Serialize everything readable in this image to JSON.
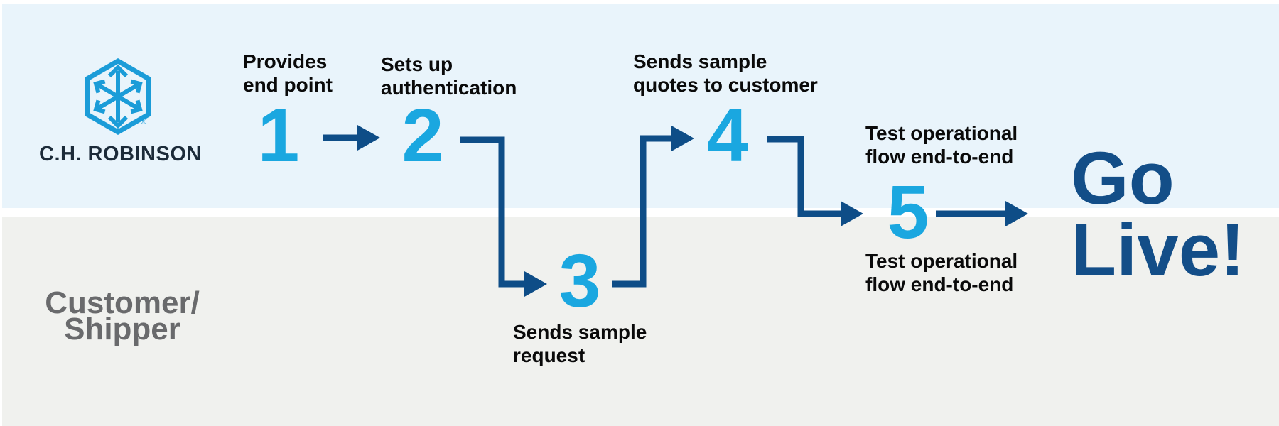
{
  "diagram": {
    "type": "process-flow-swimlane",
    "outcome": {
      "line1": "Go",
      "line2": "Live!"
    }
  },
  "logo": {
    "wordmark": "C.H. ROBINSON",
    "registered_mark": "®",
    "icon": "hexagon-with-outward-arrows"
  },
  "lanes": {
    "top_actor": "C.H. Robinson",
    "bottom_actor": {
      "line1": "Customer/",
      "line2": "Shipper"
    }
  },
  "steps": [
    {
      "number": "1",
      "lane": "top",
      "label": {
        "line1": "Provides",
        "line2": "end point"
      }
    },
    {
      "number": "2",
      "lane": "top",
      "label": {
        "line1": "Sets up",
        "line2": "authentication"
      }
    },
    {
      "number": "3",
      "lane": "bottom",
      "label": {
        "line1": "Sends sample",
        "line2": "request"
      }
    },
    {
      "number": "4",
      "lane": "top",
      "label": {
        "line1": "Sends sample",
        "line2": "quotes to customer"
      }
    },
    {
      "number": "5",
      "lane": "middle",
      "label_top": {
        "line1": "Test operational",
        "line2": "flow end-to-end"
      },
      "label_bottom": {
        "line1": "Test operational",
        "line2": "flow end-to-end"
      }
    }
  ],
  "colors": {
    "lane_top_bg": "#E9F4FB",
    "lane_bottom_bg": "#F0F1EE",
    "divider": "#FFFFFF",
    "step_number_blue": "#1AA7E0",
    "arrow_navy": "#0E4D87",
    "go_live_navy": "#134E88",
    "label_black": "#0A0A0A",
    "logo_blue": "#1B9CD8",
    "logo_text_navy": "#1C2B39",
    "customer_gray": "#696A6C"
  }
}
